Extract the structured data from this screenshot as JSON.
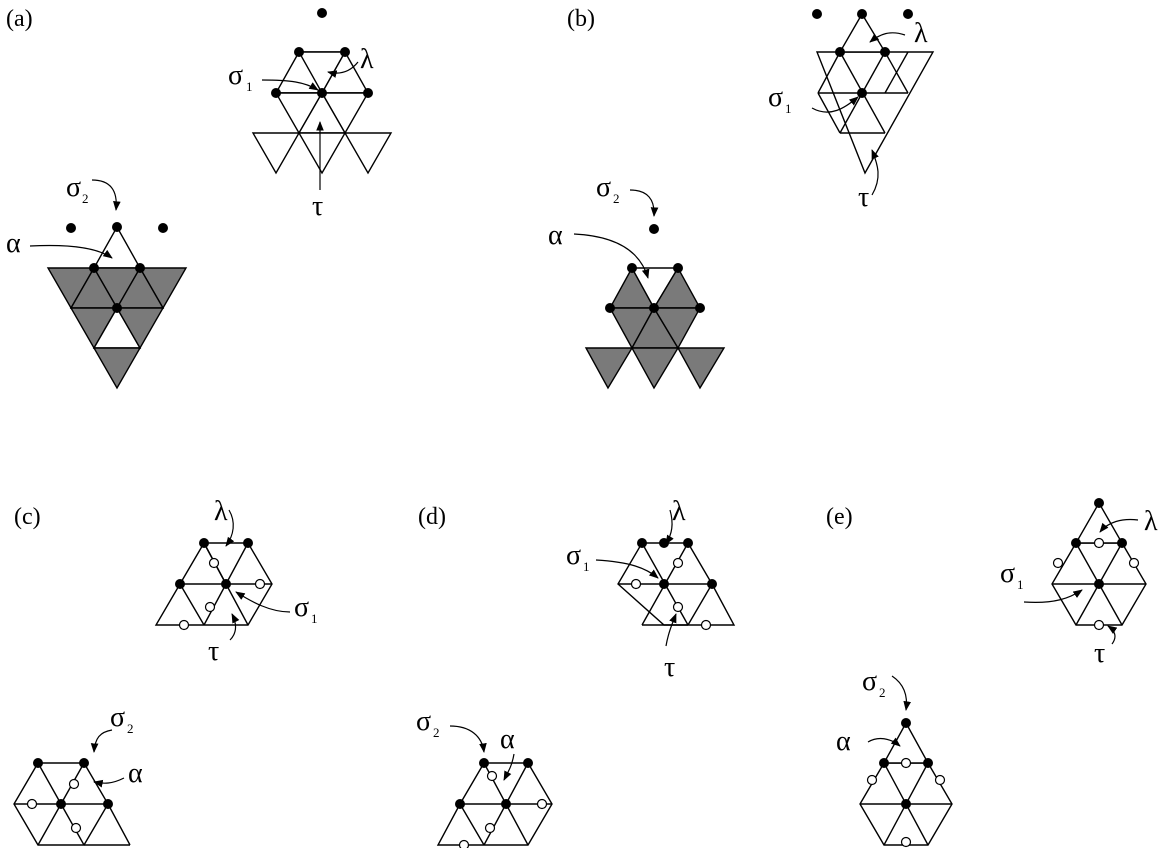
{
  "panels": {
    "a": {
      "label": "(a)"
    },
    "b": {
      "label": "(b)"
    },
    "c": {
      "label": "(c)"
    },
    "d": {
      "label": "(d)"
    },
    "e": {
      "label": "(e)"
    }
  },
  "symbols": {
    "sigma": "σ",
    "lambda": "λ",
    "tau": "τ",
    "alpha": "α",
    "sub_1": "1",
    "sub_2": "2"
  },
  "colors": {
    "shaded_triangle": "#7a7a7a",
    "stroke": "#000000",
    "background": "#ffffff"
  }
}
